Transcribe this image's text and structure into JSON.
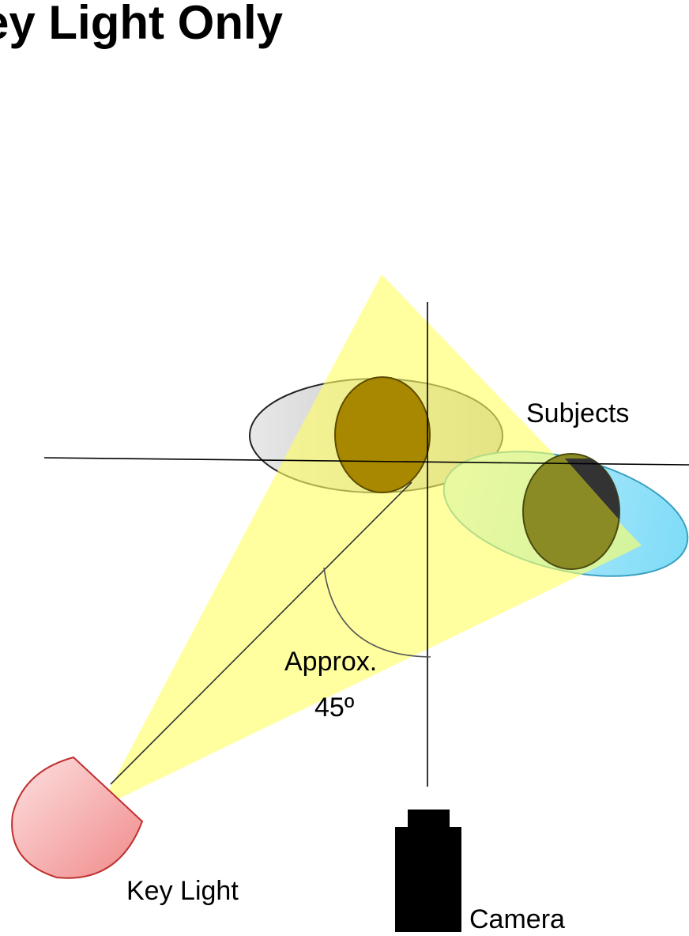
{
  "title": "ey Light Only",
  "labels": {
    "subjects": "Subjects",
    "angle_line1": "Approx.",
    "angle_line2": "45º",
    "key_light": "Key Light",
    "camera": "Camera"
  },
  "colors": {
    "light_beam": "#ffff80",
    "key_light_fill": "#f6a8a8",
    "key_light_stroke": "#c03030",
    "subject_left_body": "#d8d8d8",
    "subject_right_body": "#8fe0f8",
    "head_lit": "#a88800",
    "head_partial": "#8c8c20",
    "shadow": "#333333",
    "camera": "#000000"
  }
}
